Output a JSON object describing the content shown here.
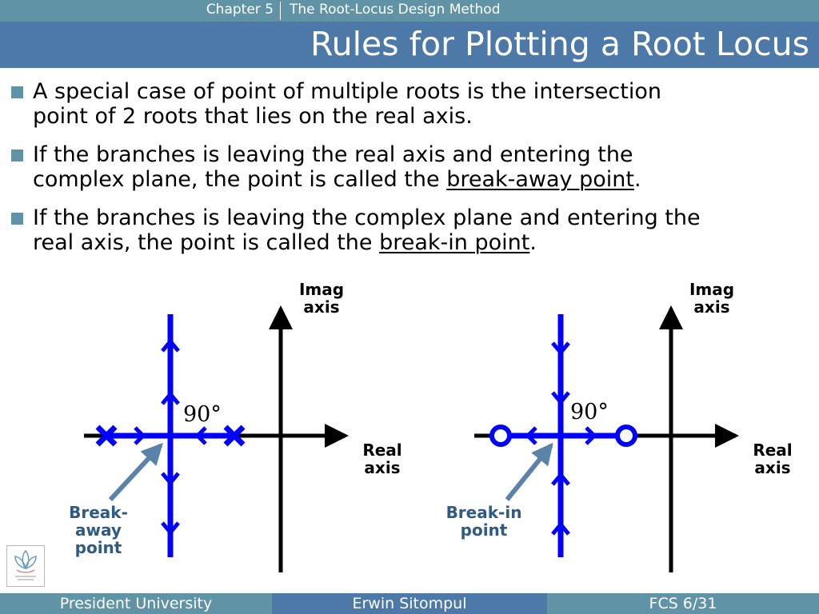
{
  "header": {
    "chapter": "Chapter 5",
    "subject": "The Root-Locus Design Method",
    "title": "Rules for Plotting a Root Locus"
  },
  "bullets": [
    {
      "lines": [
        "A special case of point of multiple roots is the intersection",
        "point of 2 roots that lies on the real axis."
      ]
    },
    {
      "line1": "If the branches is leaving the real axis and entering the",
      "line2_before": "complex plane, the point is called the ",
      "line2_term": "break-away point",
      "line2_after": "."
    },
    {
      "line1": "If the branches is leaving the complex plane and entering the",
      "line2_before": "real axis, the point is called the ",
      "line2_term": "break-in point",
      "line2_after": "."
    }
  ],
  "diagrams": {
    "left": {
      "imag_label": [
        "Imag",
        "axis"
      ],
      "real_label": [
        "Real",
        "axis"
      ],
      "angle": "90°",
      "point_label": [
        "Break-",
        "away",
        "point"
      ],
      "marker": "pole-x"
    },
    "right": {
      "imag_label": [
        "Imag",
        "axis"
      ],
      "real_label": [
        "Real",
        "axis"
      ],
      "angle": "90°",
      "point_label": [
        "Break-in",
        "point"
      ],
      "marker": "zero-o"
    }
  },
  "colors": {
    "locus": "#0000ff",
    "axes": "#000000",
    "pointer": "#5b82a8",
    "label": "#2f5a85",
    "topbar": "#5f93a5",
    "titlebar": "#4d79a9"
  },
  "footer": {
    "left": "President University",
    "center": "Erwin Sitompul",
    "right": "FCS 6/31"
  }
}
